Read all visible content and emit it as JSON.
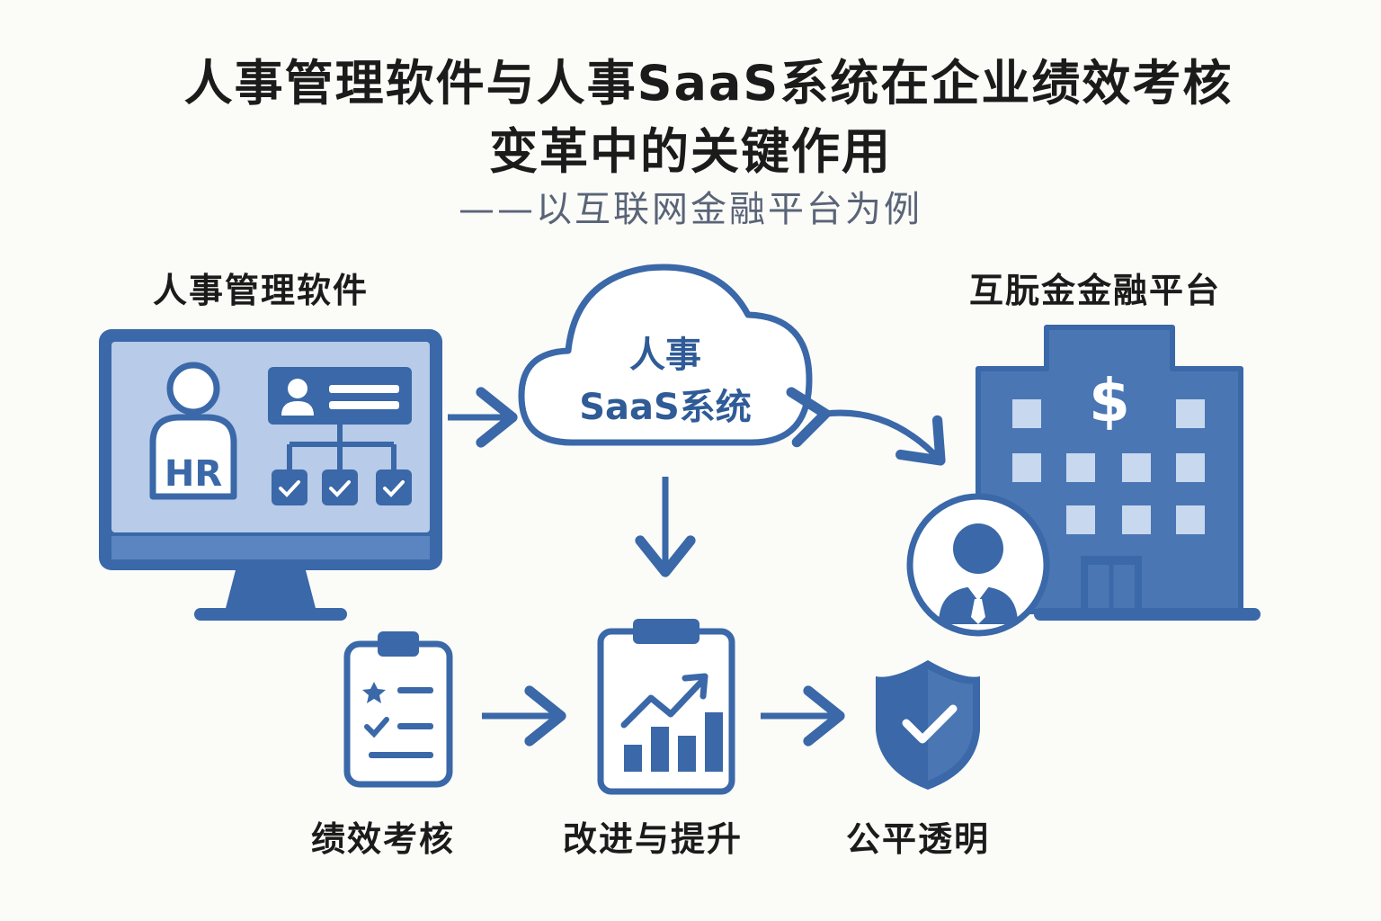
{
  "title": {
    "line1": "人事管理软件与人事SaaS系统在企业绩效考核",
    "line2": "变革中的关键作用",
    "subtitle": "——以互联网金融平台为例"
  },
  "nodes": {
    "hr_software": {
      "label": "人事管理软件",
      "badge": "HR",
      "icon": "computer-monitor-icon"
    },
    "saas": {
      "line1": "人事",
      "line2": "SaaS系统",
      "icon": "cloud-icon"
    },
    "finance": {
      "label": "互朊金金融平台",
      "icon": "bank-building-icon",
      "sign": "$"
    },
    "performance": {
      "label": "绩效考核",
      "icon": "clipboard-checklist-icon"
    },
    "improvement": {
      "label": "改进与提升",
      "icon": "clipboard-chart-icon"
    },
    "fairness": {
      "label": "公平透明",
      "icon": "shield-check-icon"
    }
  },
  "colors": {
    "primary": "#3a68a8",
    "light": "#b8cbe8",
    "mid": "#5b85c0",
    "text": "#1b1b1b",
    "subtitle": "#5a6478"
  }
}
